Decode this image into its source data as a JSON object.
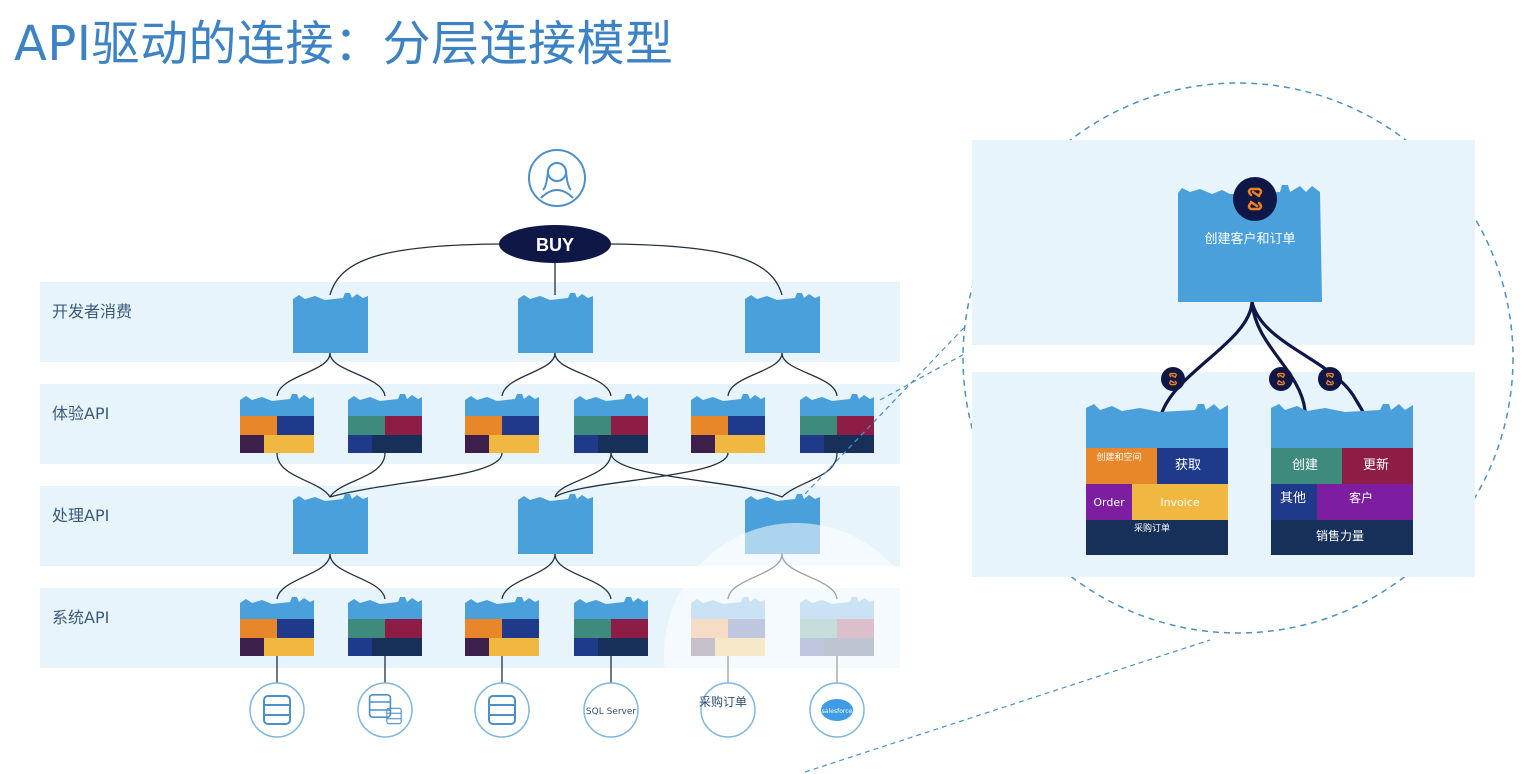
{
  "title": "API驱动的连接：分层连接模型",
  "layers": {
    "developer": "开发者消费",
    "experience": "体验API",
    "process": "处理API",
    "system": "系统API"
  },
  "buy_label": "BUY",
  "sources": {
    "sql_server": "SQL Server",
    "purchase_order": "采购订单",
    "salesforce": "salesforce"
  },
  "zoom": {
    "top_api": "创建客户和订单",
    "left_api": {
      "create_and_space": "创建和空间",
      "get": "获取",
      "order": "Order",
      "invoice": "Invoice",
      "footer": "采购订单"
    },
    "right_api": {
      "create": "创建",
      "update": "更新",
      "other": "其他",
      "customer": "客户",
      "footer": "销售力量"
    }
  },
  "colors": {
    "title": "#3d83c4",
    "band": "#e8f4fc",
    "api_blue": "#4aa0da",
    "buy_pill": "#0f1747",
    "orange": "#e8872a",
    "navy": "#1f3a8a",
    "teal": "#3e8a7c",
    "maroon": "#8d1d45",
    "dark_purple": "#3c1f4a",
    "yellow": "#f0b840",
    "dark_navy": "#17305a",
    "purple": "#7d1ea0",
    "icon_orange": "#f0821e"
  }
}
